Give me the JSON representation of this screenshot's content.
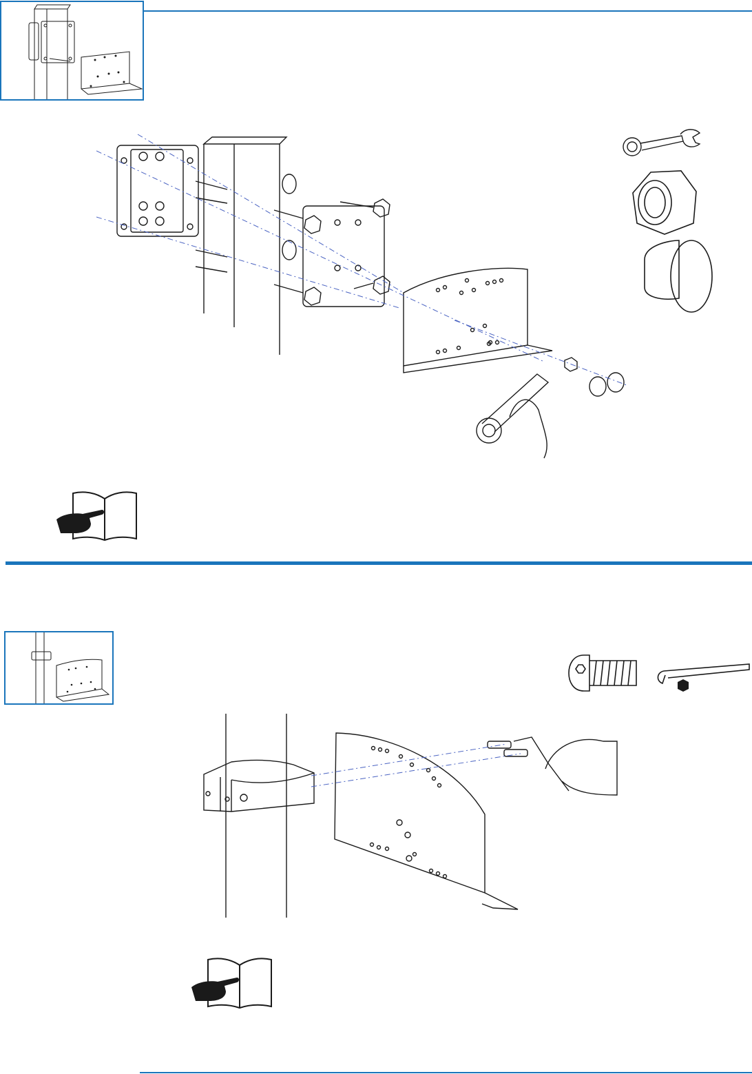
{
  "page": {
    "type": "installation-manual-page",
    "colors": {
      "accent": "#1a75bb",
      "line_art": "#1a1a1a",
      "guide_line": "#4a63c2",
      "background": "#ffffff"
    }
  },
  "step_top": {
    "thumbnail_icon": "square-post-bracket-thumbnail",
    "main_illustration": "square-post-clamp-mount-illustration",
    "tools": [
      "ring-spanner-icon",
      "lock-nut-icon",
      "end-cap-icon"
    ],
    "reference_icon": "manual-book-pointing-hand-icon"
  },
  "step_bottom": {
    "thumbnail_icon": "round-pole-bracket-thumbnail",
    "main_illustration": "round-pole-clamp-mount-illustration",
    "tools": [
      "button-head-screw-icon",
      "hex-key-icon"
    ],
    "reference_icon": "manual-book-pointing-hand-icon"
  }
}
